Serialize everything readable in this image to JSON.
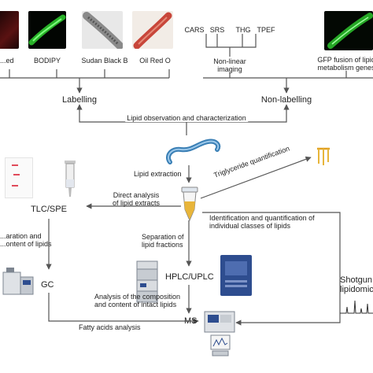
{
  "labelling": {
    "title": "Labelling",
    "stains": [
      {
        "label": "...ed"
      },
      {
        "label": "BODIPY"
      },
      {
        "label": "Sudan Black B"
      },
      {
        "label": "Oil Red O"
      }
    ]
  },
  "non_labelling": {
    "title": "Non-labelling",
    "techniques": [
      "CARS",
      "SRS",
      "THG",
      "TPEF"
    ],
    "nonlinear_label": "Non-linear\nimaging",
    "gfp_label": "GFP fusion of lipid\nmetabolism genes"
  },
  "center": {
    "observation": "Lipid observation and characterization",
    "extraction": "Lipid extraction",
    "direct_analysis": "Direct analysis\nof lipid extracts",
    "triglyceride": "Triglyceride quantification",
    "identification": "Identification and quantification of\nindividual classes of lipids",
    "separation_fractions": "Separation of\nlipid fractions",
    "analysis_intact": "Analysis of the composition\nand content of intact lipids",
    "fatty_acids": "Fatty acids analysis"
  },
  "methods": {
    "tlc": "TLC/SPE",
    "separation_content": "...aration and\n...ontent of lipids",
    "gc": "GC",
    "hplc": "HPLC/UPLC",
    "ms": "MS",
    "shotgun": "Shotgun\nlipidomic..."
  },
  "colors": {
    "line": "#555555",
    "bodipy_green": "#2fd02f",
    "oil_red": "#c8463a",
    "sudan_gray": "#9a9a9a",
    "worm_blue": "#3a7fb5",
    "tube_yellow": "#e8b53a",
    "instrument_gray": "#7d8590",
    "instrument_blue": "#2e4d8f"
  },
  "icons": [
    "worm-icon",
    "eppendorf-tube-icon",
    "tlc-plate-icon",
    "spe-cartridge-icon",
    "gc-instrument-icon",
    "hplc-instrument-icon",
    "ms-instrument-icon",
    "triglyceride-icon",
    "spectrum-icon"
  ]
}
